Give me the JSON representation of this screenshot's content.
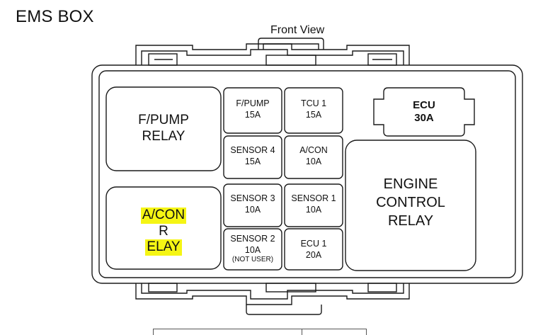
{
  "heading": "EMS BOX",
  "subheading": "Front View",
  "relays": {
    "fpump": {
      "line1": "F/PUMP",
      "line2": "RELAY"
    },
    "acon": {
      "line1_hl": "A/CON",
      "line2_pre": "R",
      "line2_hl": "ELAY"
    },
    "engine": {
      "line1": "ENGINE",
      "line2": "CONTROL",
      "line3": "RELAY"
    }
  },
  "ecu_fuse": {
    "name": "ECU",
    "rating": "30A"
  },
  "fuses": [
    {
      "name": "F/PUMP",
      "rating": "15A"
    },
    {
      "name": "TCU 1",
      "rating": "15A"
    },
    {
      "name": "SENSOR 4",
      "rating": "15A"
    },
    {
      "name": "A/CON",
      "rating": "10A"
    },
    {
      "name": "SENSOR 3",
      "rating": "10A"
    },
    {
      "name": "SENSOR 1",
      "rating": "10A"
    },
    {
      "name": "SENSOR 2",
      "rating": "10A",
      "note": "(NOT USER)"
    },
    {
      "name": "ECU 1",
      "rating": "20A"
    }
  ],
  "highlight_color": "#f5f514"
}
